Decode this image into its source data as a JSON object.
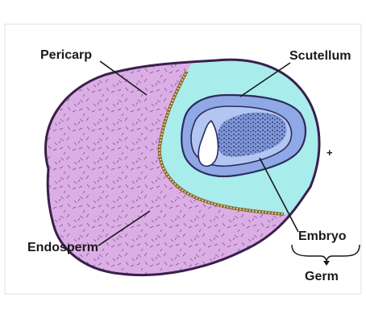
{
  "labels": {
    "pericarp": "Pericarp",
    "scutellum": "Scutellum",
    "endosperm": "Endosperm",
    "embryo": "Embryo",
    "germ": "Germ",
    "plus": "+"
  },
  "colors": {
    "endosperm_fill": "#dcaee6",
    "scutellum_fill": "#a8ecec",
    "embryo_fill": "#8fa8e6",
    "embryo_inner_fill": "#b3c6f2",
    "outline": "#3a1f4a",
    "background": "#ffffff"
  }
}
